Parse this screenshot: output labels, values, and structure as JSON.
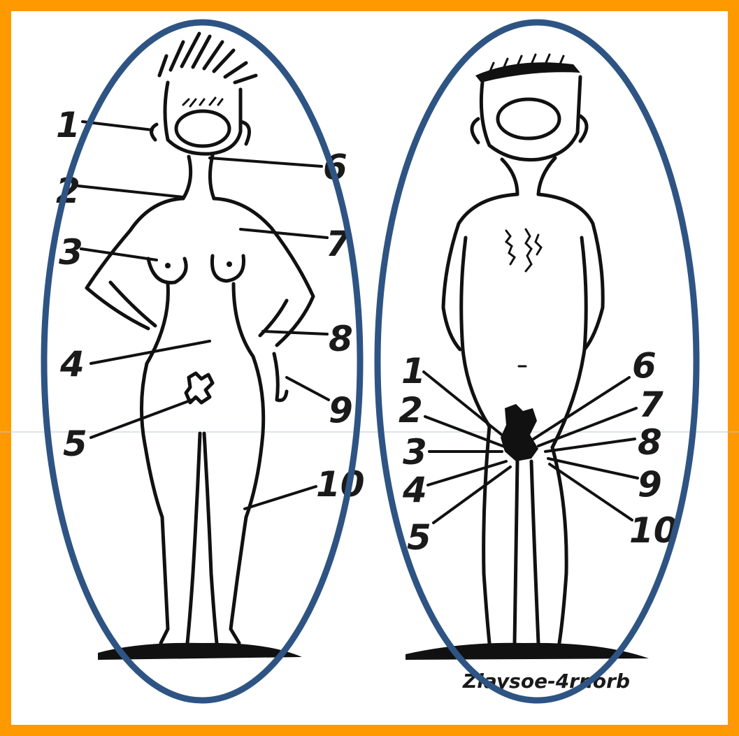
{
  "colors": {
    "border": "#FF9900",
    "ellipse": "#2E5484",
    "ink": "#111111",
    "background": "#FFFFFF"
  },
  "left_figure": {
    "labels": [
      "1",
      "2",
      "3",
      "4",
      "5",
      "6",
      "7",
      "8",
      "9",
      "10"
    ]
  },
  "right_figure": {
    "labels": [
      "1",
      "2",
      "3",
      "4",
      "5",
      "6",
      "7",
      "8",
      "9",
      "10"
    ]
  },
  "signature": "Zlaysoe-4rnorb"
}
